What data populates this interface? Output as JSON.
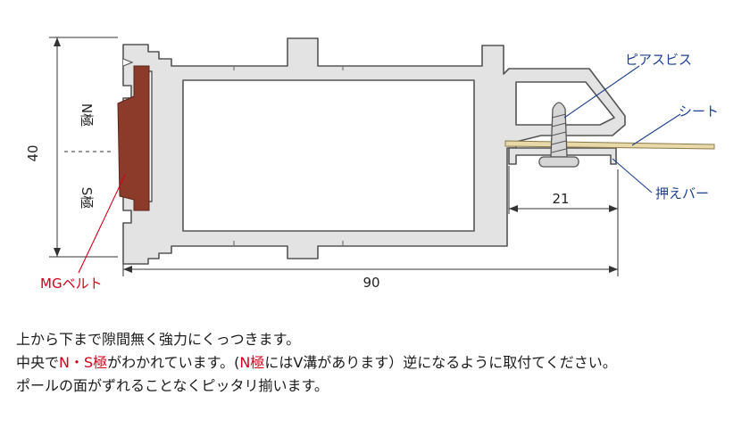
{
  "dimensions": {
    "height": "40",
    "width_total": "90",
    "width_bar": "21"
  },
  "poles": {
    "north": "N極",
    "south": "S極"
  },
  "callouts": {
    "pier_screw": "ピアスビス",
    "sheet": "シート",
    "press_bar": "押えバー",
    "mg_belt": "MGベルト"
  },
  "colors": {
    "profile_fill": "#e3e3e3",
    "profile_stroke": "#555555",
    "belt": "#8c3a2a",
    "callout_blue": "#1f3f8f",
    "callout_red": "#d1001c",
    "sheet": "#e8d9a8"
  },
  "notes": {
    "line1": "上から下まで隙間無く強力にくっつきます。",
    "line2_a": "中央で",
    "line2_b": "N・S極",
    "line2_c": "がわかれています。(",
    "line2_d": "N極",
    "line2_e": "にはV溝があります）逆になるように取付てください。",
    "line3": "ポールの面がずれることなくピッタリ揃います。"
  }
}
